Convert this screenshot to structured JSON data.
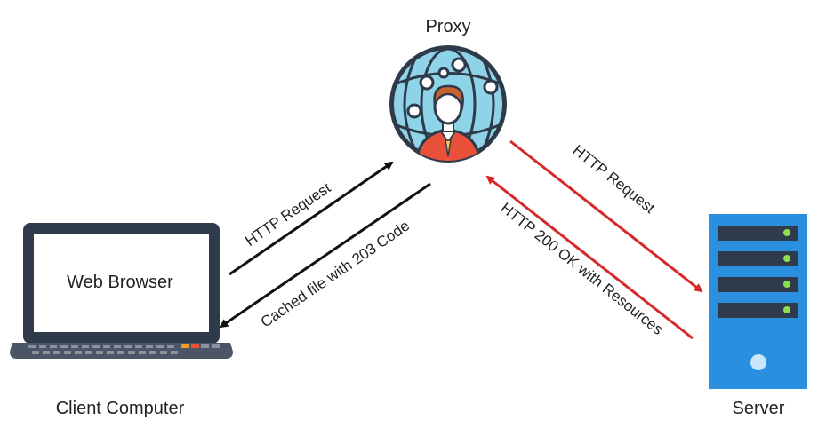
{
  "nodes": {
    "proxy_label": "Proxy",
    "client_label": "Client Computer",
    "server_label": "Server",
    "screen_text": "Web Browser"
  },
  "edges": {
    "client_to_proxy": "HTTP Request",
    "proxy_to_client": "Cached file with 203 Code",
    "proxy_to_server": "HTTP Request",
    "server_to_proxy": "HTTP 200 OK with Resources"
  },
  "colors": {
    "text": "#222222",
    "black_arrow": "#111111",
    "red_arrow": "#d62828",
    "globe": "#8fd3e8",
    "globe_ring": "#2e3a49",
    "person_shirt": "#e8503a",
    "person_hair": "#c8632e",
    "server_body": "#2b8fe0",
    "server_slot": "#2f3a4a",
    "server_led": "#8be04e",
    "laptop_frame": "#2f3a4a",
    "laptop_base": "#4a5566"
  },
  "icons": {
    "proxy": "proxy-person-globe-icon",
    "client": "laptop-icon",
    "server": "server-tower-icon"
  }
}
